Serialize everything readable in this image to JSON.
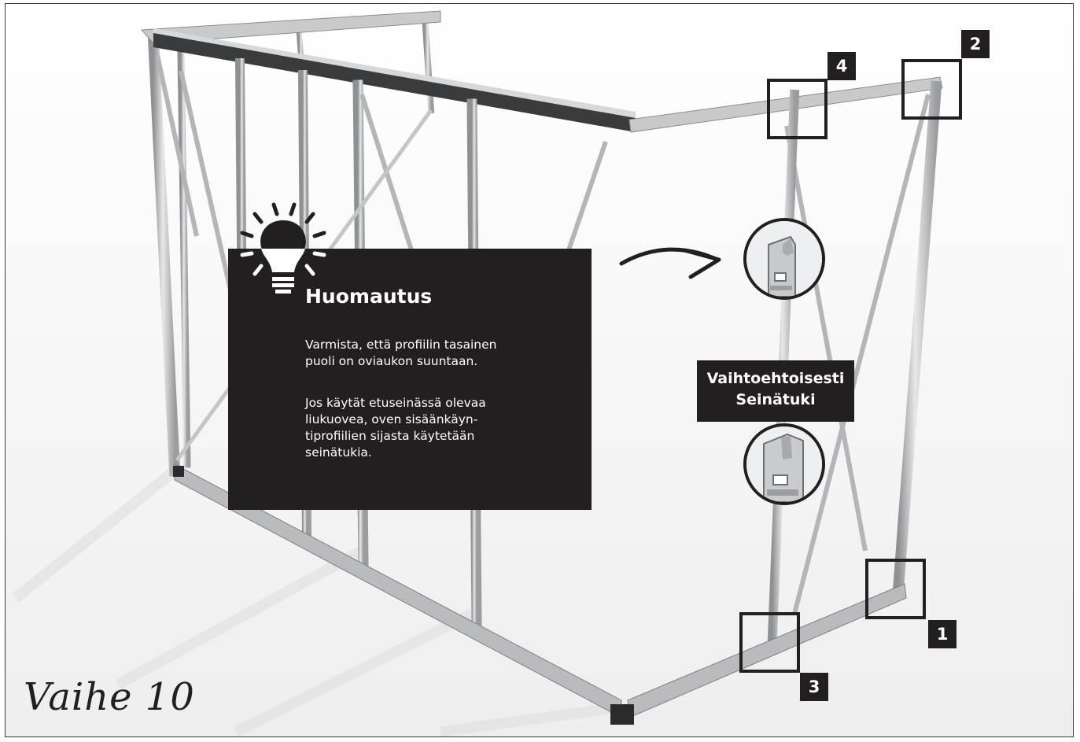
{
  "note": {
    "title": "Huomautus",
    "paragraph1": "Varmista, että profiilin tasainen\npuoli on oviaukon suuntaan.",
    "paragraph2": "Jos käytät etuseinässä olevaa\nliukuovea, oven sisäänkäyn-\ntiprofiilien sijasta käytetään\nseinätukia."
  },
  "alternative_label": "Vaihtoehtoisesti\nSeinätuki",
  "callouts": [
    "1",
    "2",
    "3",
    "4"
  ],
  "step": "Vaihe 10",
  "colors": {
    "dark": "#231f20",
    "frame": "#b8b9ba",
    "background": "#ffffff"
  }
}
